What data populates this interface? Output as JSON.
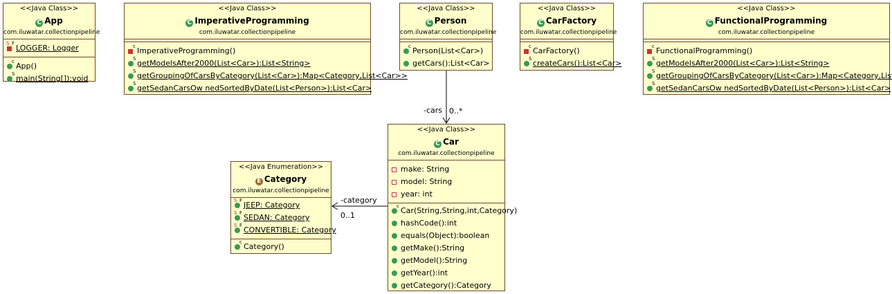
{
  "classes": {
    "app": {
      "stereotype": "<<Java Class>>",
      "name": "App",
      "package": "com.iluwatar.collectionpipeline",
      "fields": [
        "LOGGER: Logger"
      ],
      "methods": [
        "App()",
        "main(String[]):void"
      ]
    },
    "imperative": {
      "stereotype": "<<Java Class>>",
      "name": "ImperativeProgramming",
      "package": "com.iluwatar.collectionpipeline",
      "methods": [
        "ImperativeProgramming()",
        "getModelsAfter2000(List<Car>):List<String>",
        "getGroupingOfCarsByCategory(List<Car>):Map<Category,List<Car>>",
        "getSedanCarsOw nedSortedByDate(List<Person>):List<Car>"
      ]
    },
    "person": {
      "stereotype": "<<Java Class>>",
      "name": "Person",
      "package": "com.iluwatar.collectionpipeline",
      "methods": [
        "Person(List<Car>)",
        "getCars():List<Car>"
      ]
    },
    "carfactory": {
      "stereotype": "<<Java Class>>",
      "name": "CarFactory",
      "package": "com.iluwatar.collectionpipeline",
      "methods": [
        "CarFactory()",
        "createCars():List<Car>"
      ]
    },
    "functional": {
      "stereotype": "<<Java Class>>",
      "name": "FunctionalProgramming",
      "package": "com.iluwatar.collectionpipeline",
      "methods": [
        "FunctionalProgramming()",
        "getModelsAfter2000(List<Car>):List<String>",
        "getGroupingOfCarsByCategory(List<Car>):Map<Category,List<Car>>",
        "getSedanCarsOw nedSortedByDate(List<Person>):List<Car>"
      ]
    },
    "car": {
      "stereotype": "<<Java Class>>",
      "name": "Car",
      "package": "com.iluwatar.collectionpipeline",
      "fields": [
        "make: String",
        "model: String",
        "year: int"
      ],
      "methods": [
        "Car(String,String,int,Category)",
        "hashCode():int",
        "equals(Object):boolean",
        "getMake():String",
        "getModel():String",
        "getYear():int",
        "getCategory():Category"
      ]
    },
    "category": {
      "stereotype": "<<Java Enumeration>>",
      "name": "Category",
      "package": "com.iluwatar.collectionpipeline",
      "fields": [
        "JEEP: Category",
        "SEDAN: Category",
        "CONVERTIBLE: Category"
      ],
      "methods": [
        "Category()"
      ]
    }
  },
  "associations": {
    "person_car": {
      "role": "-cars",
      "multiplicity": "0..*"
    },
    "car_category": {
      "role": "-category",
      "multiplicity": "0..1"
    }
  },
  "icons": {
    "class": "C",
    "enum": "E",
    "static": "S",
    "final": "F",
    "constructor": "c"
  },
  "colors": {
    "box_fill": "#ffffcc",
    "box_border": "#6e4a2a",
    "public": "#3a9a55",
    "private": "#cc3333"
  }
}
